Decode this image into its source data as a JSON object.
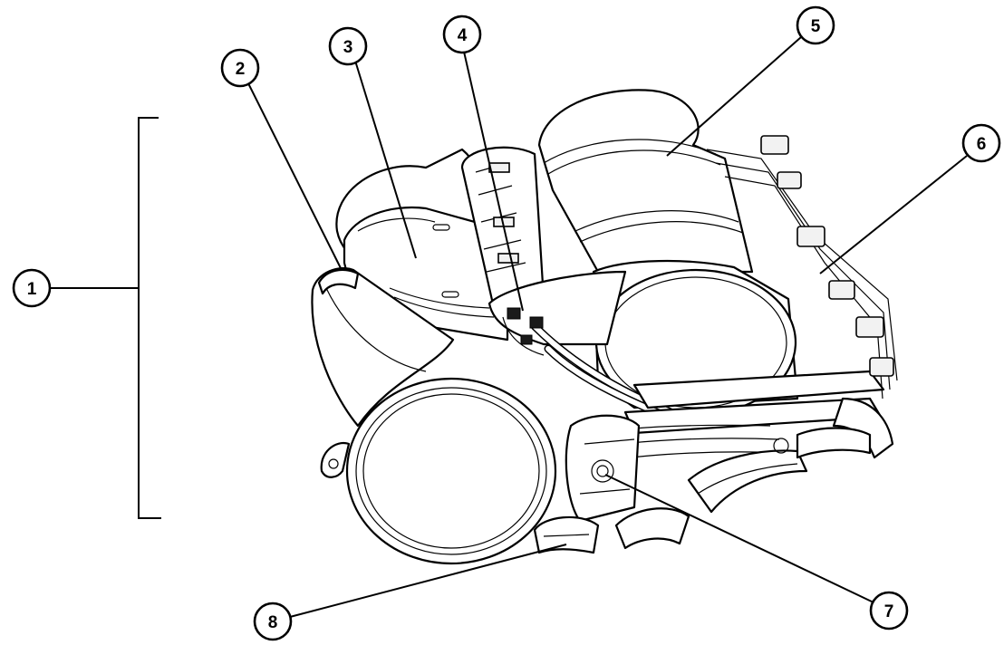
{
  "callouts": [
    {
      "id": "c1",
      "label": "1"
    },
    {
      "id": "c2",
      "label": "2"
    },
    {
      "id": "c3",
      "label": "3"
    },
    {
      "id": "c4",
      "label": "4"
    },
    {
      "id": "c5",
      "label": "5"
    },
    {
      "id": "c6",
      "label": "6"
    },
    {
      "id": "c7",
      "label": "7"
    },
    {
      "id": "c8",
      "label": "8"
    }
  ],
  "colors": {
    "line": "#000000",
    "background": "#ffffff"
  }
}
